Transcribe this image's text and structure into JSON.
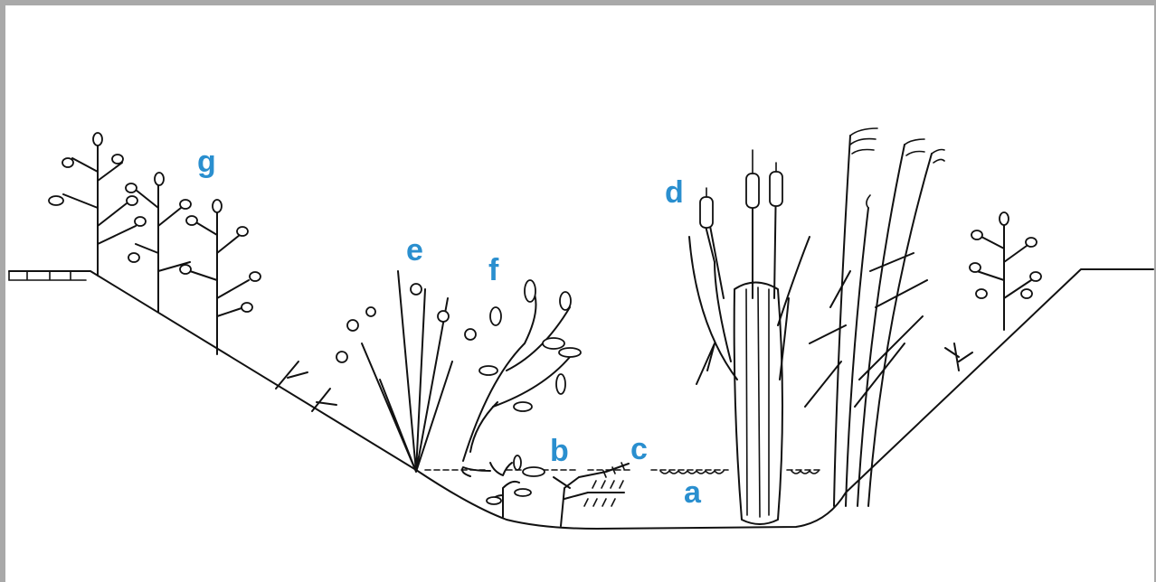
{
  "labels": {
    "a": "a",
    "b": "b",
    "c": "c",
    "d": "d",
    "e": "e",
    "f": "f",
    "g": "g"
  },
  "colors": {
    "label": "#2a8fcf",
    "line": "#111111",
    "frame": "#a9a9a9"
  }
}
